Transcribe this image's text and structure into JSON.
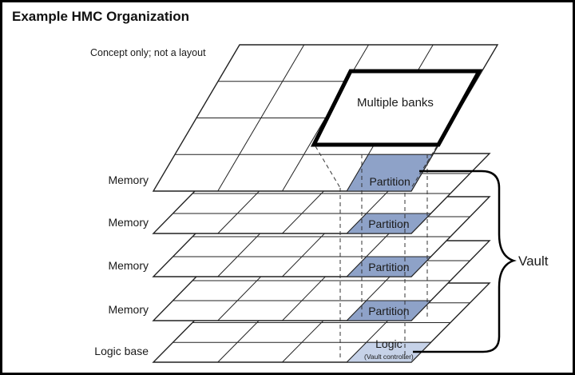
{
  "title": "Example HMC Organization",
  "note": "Concept only; not a layout",
  "banks_label": "Multiple banks",
  "layers": [
    {
      "label": "Memory",
      "cell_label": "Partition"
    },
    {
      "label": "Memory",
      "cell_label": "Partition"
    },
    {
      "label": "Memory",
      "cell_label": "Partition"
    },
    {
      "label": "Memory",
      "cell_label": "Partition"
    },
    {
      "label": "Logic base",
      "cell_label": "Logic",
      "cell_sublabel": "(Vault controller)"
    }
  ],
  "vault_label": "Vault",
  "colors": {
    "partition_fill": "#8ea2c8",
    "logic_fill": "#c6d2e8",
    "grid": "#222222",
    "background": "#ffffff"
  }
}
